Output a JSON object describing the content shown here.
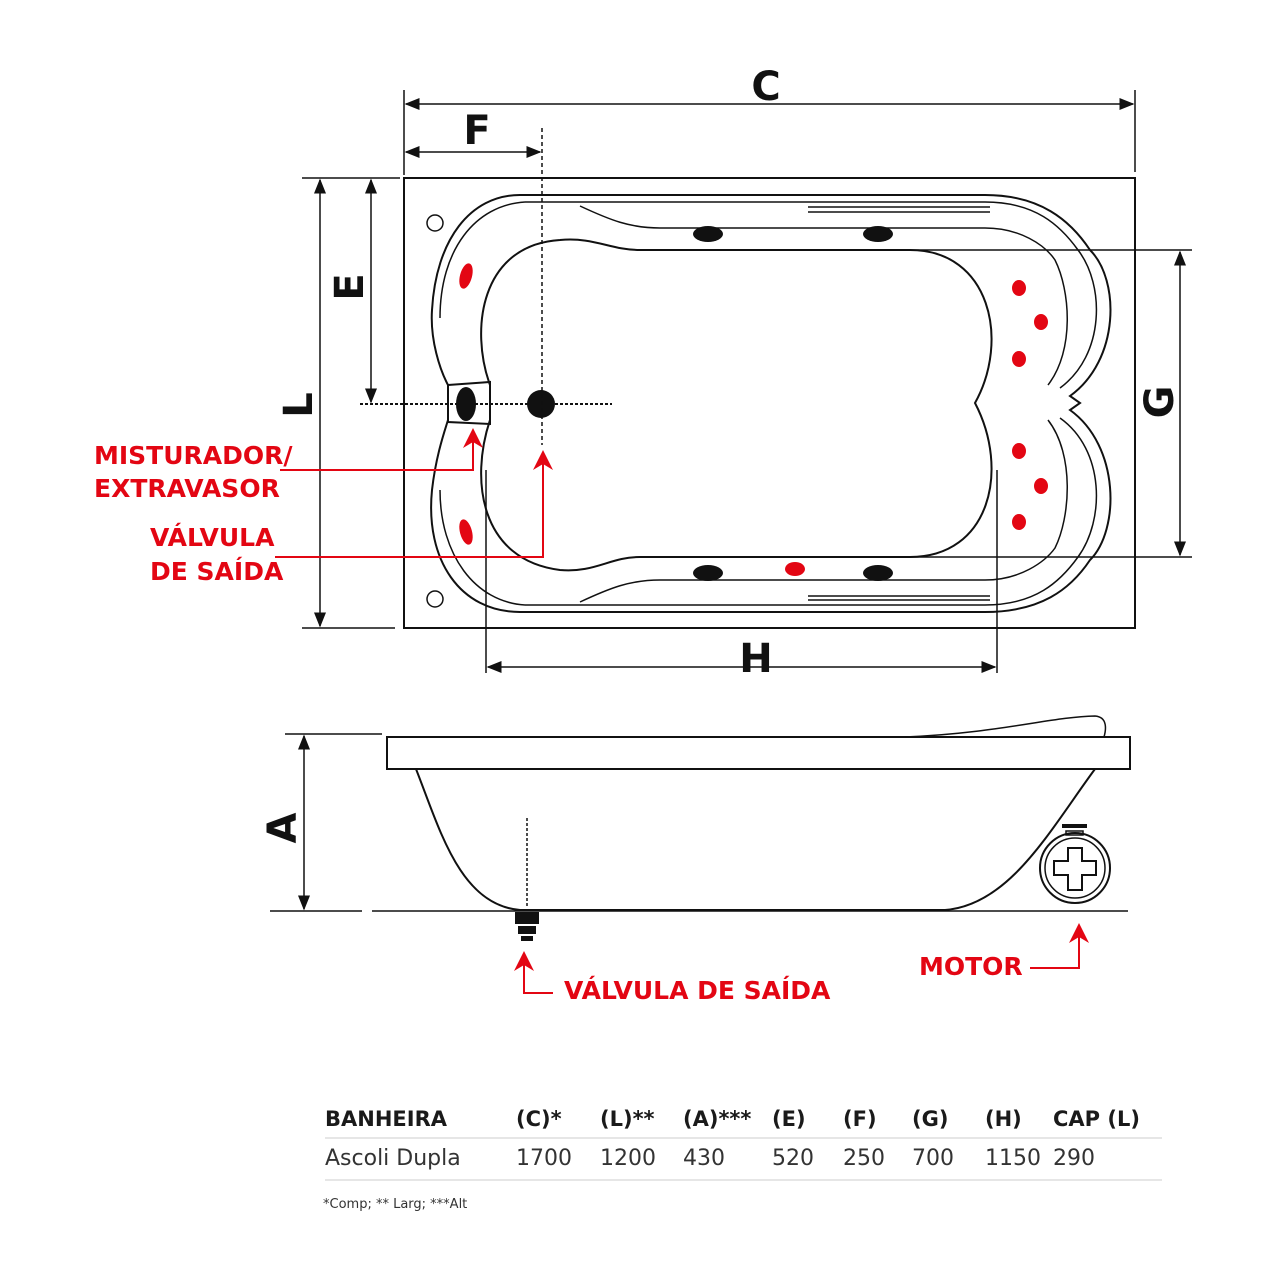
{
  "dimensions": {
    "C": "C",
    "F": "F",
    "E": "E",
    "L": "L",
    "G": "G",
    "H": "H",
    "A": "A"
  },
  "labels": {
    "misturador_line1": "MISTURADOR/",
    "misturador_line2": "EXTRAVASOR",
    "valvula_line1": "VÁLVULA",
    "valvula_line2": "DE SAÍDA",
    "valvula_side": "VÁLVULA DE SAÍDA",
    "motor": "MOTOR"
  },
  "colors": {
    "accent": "#e30613",
    "line": "#111111"
  },
  "table": {
    "headers": [
      "BANHEIRA",
      "(C)*",
      "(L)**",
      "(A)***",
      "(E)",
      "(F)",
      "(G)",
      "(H)",
      "CAP (L)"
    ],
    "rows": [
      [
        "Ascoli Dupla",
        "1700",
        "1200",
        "430",
        "520",
        "250",
        "700",
        "1150",
        "290"
      ]
    ],
    "footnote": "*Comp; ** Larg; ***Alt"
  }
}
